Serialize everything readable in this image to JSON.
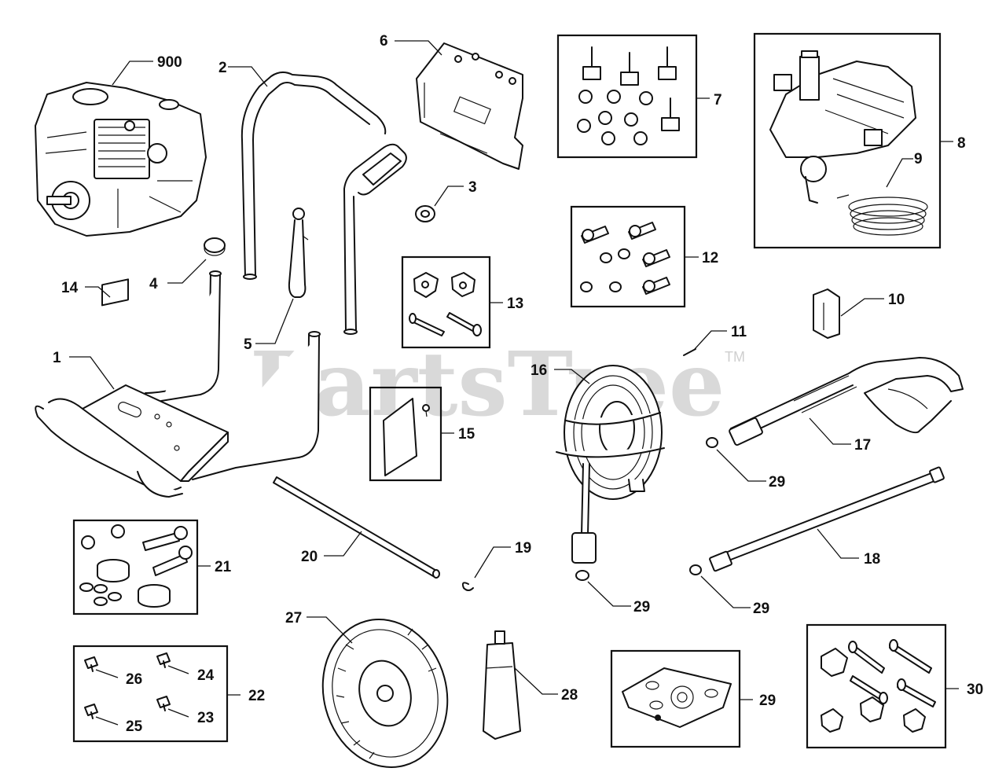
{
  "watermark": {
    "text": "PartsTree",
    "trademark": "TM"
  },
  "callouts": [
    {
      "id": "c900",
      "text": "900"
    },
    {
      "id": "c2",
      "text": "2"
    },
    {
      "id": "c6",
      "text": "6"
    },
    {
      "id": "c7",
      "text": "7"
    },
    {
      "id": "c8",
      "text": "8"
    },
    {
      "id": "c9",
      "text": "9"
    },
    {
      "id": "c3",
      "text": "3"
    },
    {
      "id": "c12",
      "text": "12"
    },
    {
      "id": "c4",
      "text": "4"
    },
    {
      "id": "c14",
      "text": "14"
    },
    {
      "id": "c13",
      "text": "13"
    },
    {
      "id": "c10",
      "text": "10"
    },
    {
      "id": "c5",
      "text": "5"
    },
    {
      "id": "c11",
      "text": "11"
    },
    {
      "id": "c1",
      "text": "1"
    },
    {
      "id": "c16",
      "text": "16"
    },
    {
      "id": "c15",
      "text": "15"
    },
    {
      "id": "c17",
      "text": "17"
    },
    {
      "id": "c29a",
      "text": "29"
    },
    {
      "id": "c21",
      "text": "21"
    },
    {
      "id": "c20",
      "text": "20"
    },
    {
      "id": "c19",
      "text": "19"
    },
    {
      "id": "c18",
      "text": "18"
    },
    {
      "id": "c29b",
      "text": "29"
    },
    {
      "id": "c29c",
      "text": "29"
    },
    {
      "id": "c27",
      "text": "27"
    },
    {
      "id": "c30",
      "text": "30"
    },
    {
      "id": "c26",
      "text": "26"
    },
    {
      "id": "c24",
      "text": "24"
    },
    {
      "id": "c22",
      "text": "22"
    },
    {
      "id": "c28",
      "text": "28"
    },
    {
      "id": "c29d",
      "text": "29"
    },
    {
      "id": "c25",
      "text": "25"
    },
    {
      "id": "c23",
      "text": "23"
    }
  ]
}
